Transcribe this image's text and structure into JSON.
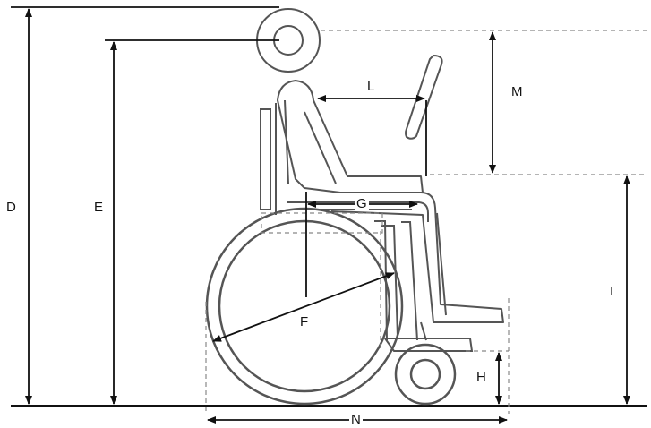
{
  "diagram": {
    "labels": {
      "D": "D",
      "E": "E",
      "F": "F",
      "G": "G",
      "H": "H",
      "I": "I",
      "L": "L",
      "M": "M",
      "N": "N"
    },
    "colors": {
      "line": "#111111",
      "outline": "#555555",
      "dashed": "#888888",
      "background": "#ffffff"
    }
  }
}
